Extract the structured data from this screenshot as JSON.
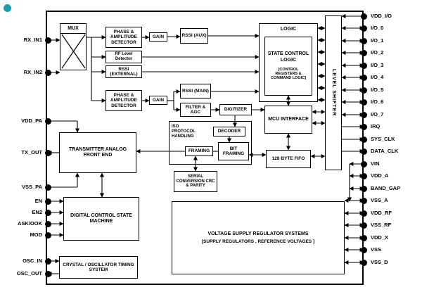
{
  "diagram": {
    "bullet_color": "#1b9fae",
    "line_color": "#000000",
    "pins": {
      "left": [
        {
          "label": "RX_IN1",
          "dir": "in"
        },
        {
          "label": "RX_IN2",
          "dir": "in"
        },
        {
          "label": "VDD_PA",
          "dir": "in"
        },
        {
          "label": "TX_OUT",
          "dir": "out"
        },
        {
          "label": "VSS_PA",
          "dir": "in"
        },
        {
          "label": "EN",
          "dir": "in"
        },
        {
          "label": "EN2",
          "dir": "in"
        },
        {
          "label": "ASK/OOK",
          "dir": "in"
        },
        {
          "label": "MOD",
          "dir": "in"
        },
        {
          "label": "OSC_IN",
          "dir": "in"
        },
        {
          "label": "OSC_OUT",
          "dir": "out"
        }
      ],
      "right": [
        {
          "label": "VDD_I/O",
          "dir": "in"
        },
        {
          "label": "I/O_0",
          "dir": "bi"
        },
        {
          "label": "I/O_1",
          "dir": "bi"
        },
        {
          "label": "I/O_2",
          "dir": "bi"
        },
        {
          "label": "I/O_3",
          "dir": "bi"
        },
        {
          "label": "I/O_4",
          "dir": "bi"
        },
        {
          "label": "I/O_5",
          "dir": "bi"
        },
        {
          "label": "I/O_6",
          "dir": "bi"
        },
        {
          "label": "I/O_7",
          "dir": "bi"
        },
        {
          "label": "IRQ",
          "dir": "out"
        },
        {
          "label": "SYS_CLK",
          "dir": "out"
        },
        {
          "label": "DATA_CLK",
          "dir": "out"
        },
        {
          "label": "VIN",
          "dir": "in"
        },
        {
          "label": "VDD_A",
          "dir": "bi"
        },
        {
          "label": "BAND_GAP",
          "dir": "bi"
        },
        {
          "label": "VSS_A",
          "dir": "bi"
        },
        {
          "label": "VDD_RF",
          "dir": "bi"
        },
        {
          "label": "VSS_RF",
          "dir": "bi"
        },
        {
          "label": "VDD_X",
          "dir": "bi"
        },
        {
          "label": "VSS",
          "dir": "bi"
        },
        {
          "label": "VSS_D",
          "dir": "bi"
        }
      ]
    },
    "blocks": {
      "mux": "MUX",
      "phase_amp": "PHASE & AMPLITUDE DETECTOR",
      "gain": "GAIN",
      "rssi_aux": "RSSI (AUX)",
      "rf_level": "RF Level Detector",
      "rssi_ext": "RSSI (EXTERNAL)",
      "rssi_main": "RSSI (MAIN)",
      "filter_agc": "FILTER & AGC",
      "digitizer": "DIGITIZER",
      "iso": "ISO PROTOCOL HANDLING",
      "decoder": "DECODER",
      "framing": "FRAMING",
      "bit_framing": "BIT FRAMING",
      "serial": "SERIAL CONVERSION CRC & PARITY",
      "logic": "LOGIC",
      "state_control": "STATE CONTROL LOGIC",
      "state_control_sub": "[CONTROL REGISTERS & COMMAND LOGIC]",
      "mcu": "MCU INTERFACE",
      "fifo": "128 BYTE FIFO",
      "level_shifter": "LEVEL SHIFTER",
      "tx_afe": "TRANSMITTER ANALOG FRONT END",
      "digital_control": "DIGITAL CONTROL STATE MACHINE",
      "crystal": "CRYSTAL / OSCILLATOR TIMING SYSTEM",
      "regulator_line1": "VOLTAGE SUPPLY REGULATOR SYSTEMS",
      "regulator_line2": "[SUPPLY REGULATORS , REFERENCE VOLTAGES ]"
    }
  }
}
